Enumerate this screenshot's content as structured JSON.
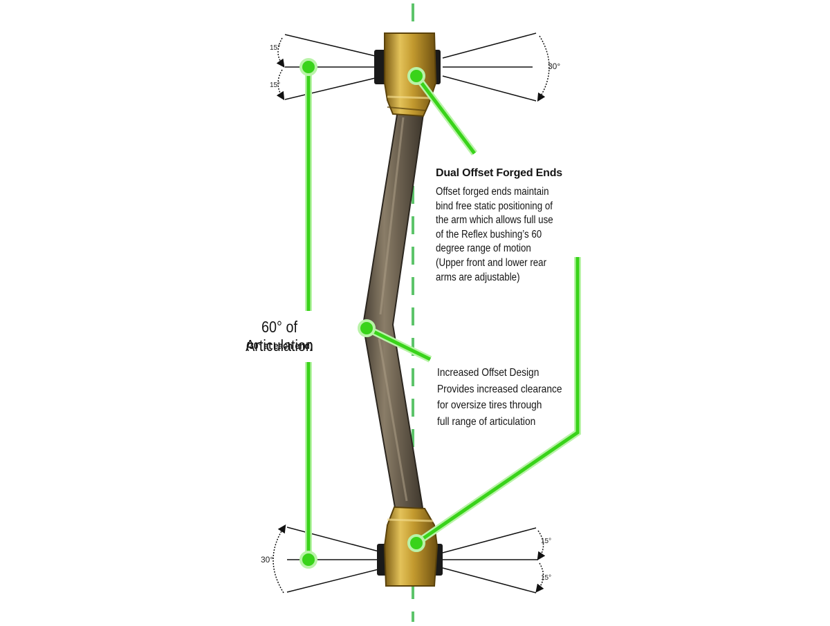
{
  "colors": {
    "accent_green": "#39d31a",
    "green_glow": "#b9f3a8",
    "centerline": "#5dc46b",
    "gold": "#c9a53a",
    "tube": "#6b5f4e",
    "bushing": "#1a1a1a"
  },
  "top_left_angles": {
    "upper": "15°",
    "lower": "15°"
  },
  "top_right_angle": "30°",
  "bottom_left_angle": "30°",
  "bottom_right_angles": {
    "upper": "15°",
    "lower": "15°"
  },
  "articulation": {
    "main": "60° of Articulation",
    "sub": "(30° at each end)"
  },
  "callout_forged": {
    "title": "Dual Offset Forged Ends",
    "body": "Offset forged ends maintain\nbind free static positioning of\nthe arm which allows full use\nof the Reflex bushing’s 60\ndegree range of motion\n(Upper front and lower rear\narms are adjustable)"
  },
  "callout_offset": {
    "line1": "Increased Offset Design",
    "line2": "Provides increased clearance",
    "line3": "for oversize tires through",
    "line4": "full range of articulation"
  }
}
